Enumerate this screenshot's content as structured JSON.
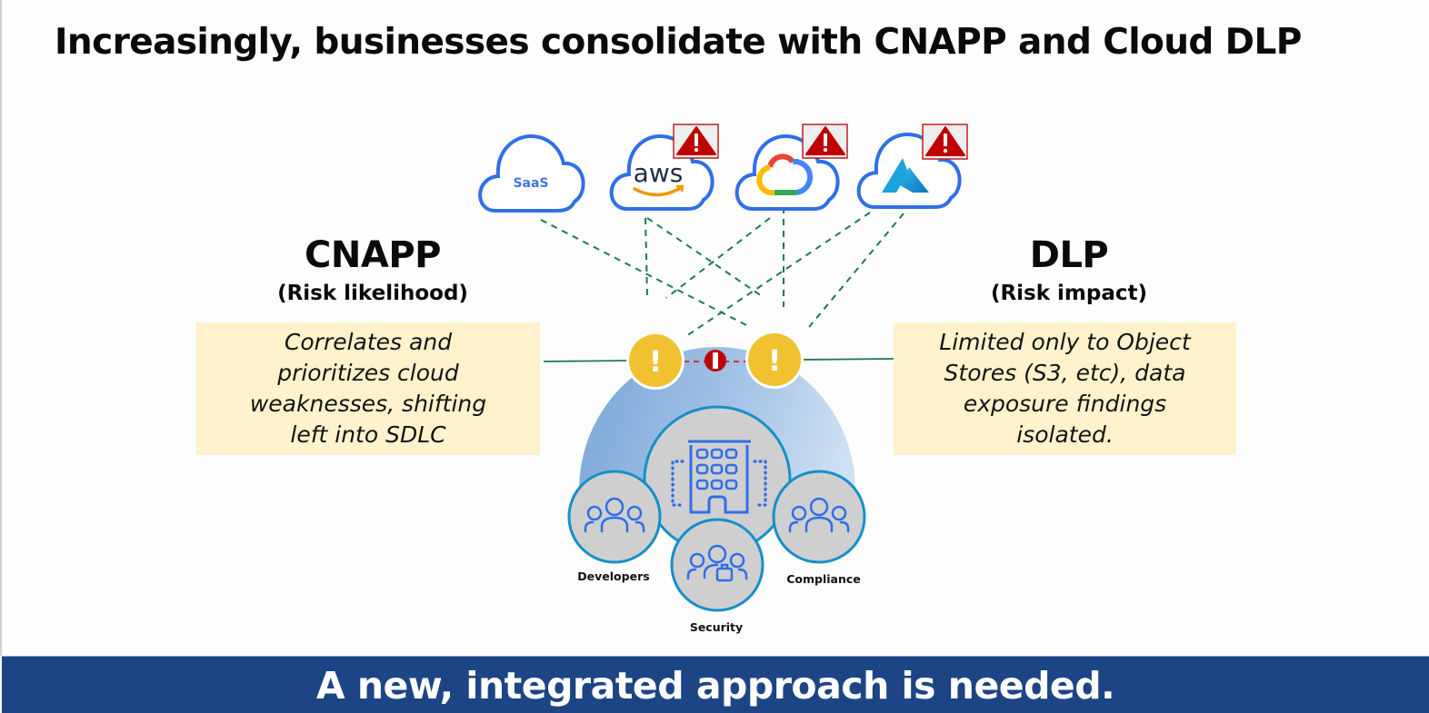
{
  "slide": {
    "title": "Increasingly, businesses consolidate with CNAPP and Cloud DLP",
    "banner": "A new, integrated approach is needed."
  },
  "clouds": [
    {
      "name": "SaaS",
      "label": "SaaS",
      "alert": false
    },
    {
      "name": "AWS",
      "label": "aws",
      "alert": true
    },
    {
      "name": "Google Cloud",
      "label": "",
      "alert": true
    },
    {
      "name": "Azure",
      "label": "",
      "alert": true
    }
  ],
  "cnapp": {
    "title": "CNAPP",
    "subtitle": "(Risk likelihood)",
    "description_lines": [
      "Correlates and",
      "prioritizes cloud",
      "weaknesses, shifting",
      "left into SDLC"
    ]
  },
  "dlp": {
    "title": "DLP",
    "subtitle": "(Risk impact)",
    "description_lines": [
      "Limited only to Object",
      "Stores (S3, etc), data",
      "exposure findings",
      "isolated."
    ]
  },
  "center": {
    "warning_left": "!",
    "warning_right": "!",
    "roles": [
      "Developers",
      "Security",
      "Compliance"
    ]
  },
  "colors": {
    "accent_blue": "#2f6fe8",
    "dash_green": "#1e7a52",
    "warning_yellow": "#f0c232",
    "alert_red": "#c00000",
    "note_bg": "#fff2cc",
    "banner_bg": "#1d4585",
    "ring_teal": "#1690c8"
  }
}
